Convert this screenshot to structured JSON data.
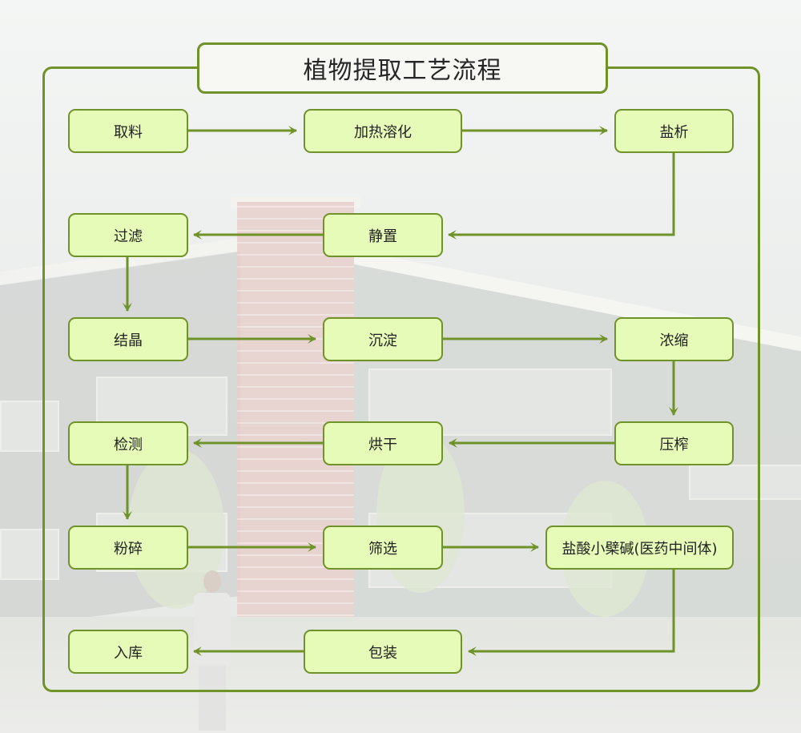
{
  "title": "植物提取工艺流程",
  "colors": {
    "border": "#6f9229",
    "node_fill": "#e6fbb8",
    "arrow": "#6f9229"
  },
  "steps": {
    "qu_liao": "取料",
    "jia_re_rong_hua": "加热溶化",
    "yan_xi": "盐析",
    "jing_zhi": "静置",
    "guo_lv": "过滤",
    "jie_jing": "结晶",
    "chen_dian": "沉淀",
    "nong_suo": "浓缩",
    "ya_zha": "压榨",
    "hong_gan": "烘干",
    "jian_ce": "检测",
    "fen_sui": "粉碎",
    "shai_xuan": "筛选",
    "yan_suan": "盐酸小檗碱(医药中间体)",
    "bao_zhuang": "包装",
    "ru_ku": "入库"
  }
}
